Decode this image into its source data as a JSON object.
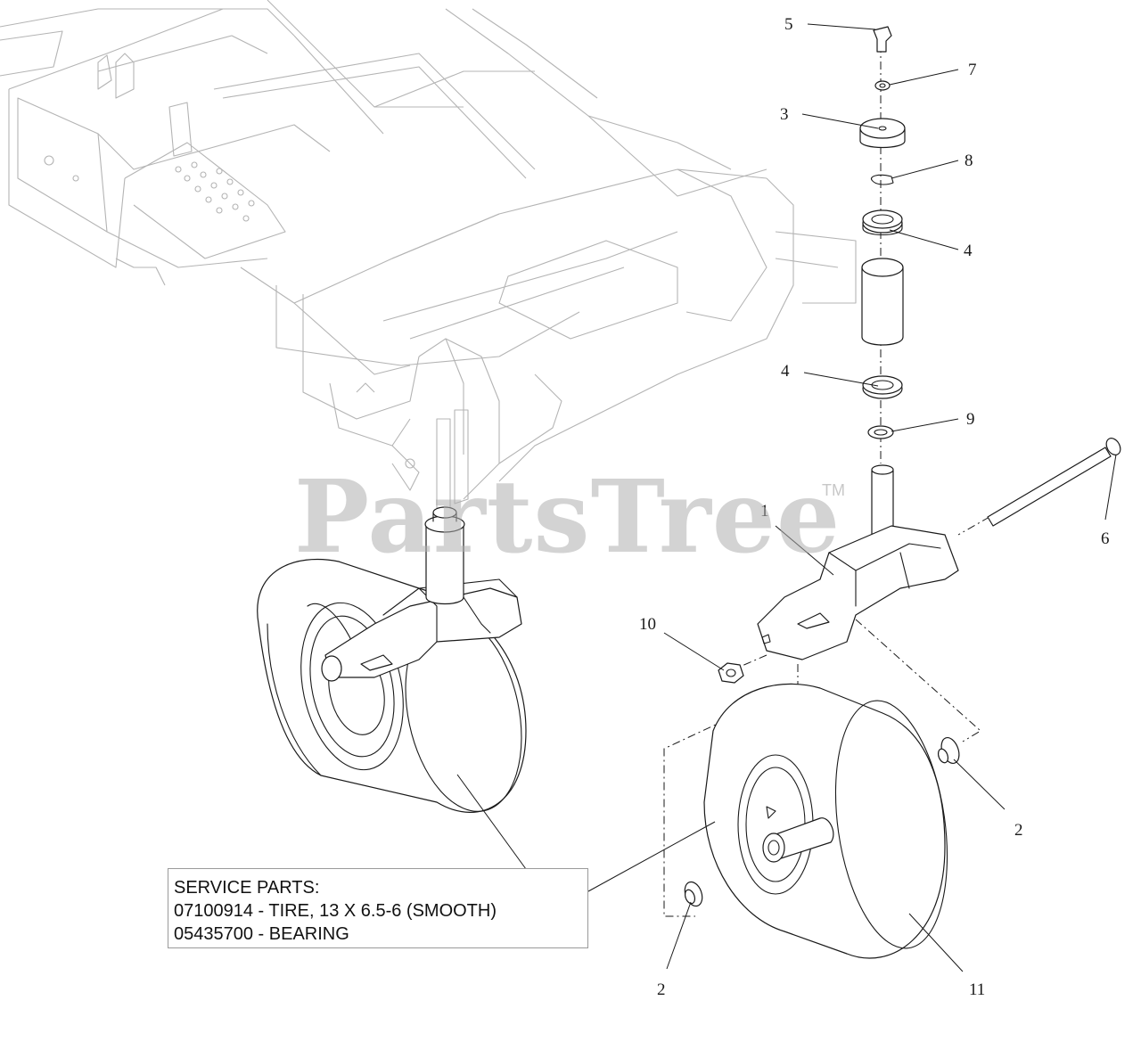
{
  "callouts": {
    "c1": "1",
    "c2a": "2",
    "c2b": "2",
    "c3": "3",
    "c4a": "4",
    "c4b": "4",
    "c5": "5",
    "c6": "6",
    "c7": "7",
    "c8": "8",
    "c9": "9",
    "c10": "10",
    "c11": "11"
  },
  "service_parts": {
    "heading": "SERVICE PARTS:",
    "lines": [
      "07100914 - TIRE, 13 X 6.5-6 (SMOOTH)",
      "05435700 - BEARING"
    ]
  },
  "watermark": {
    "text": "PartsTree",
    "trademark": "TM"
  }
}
